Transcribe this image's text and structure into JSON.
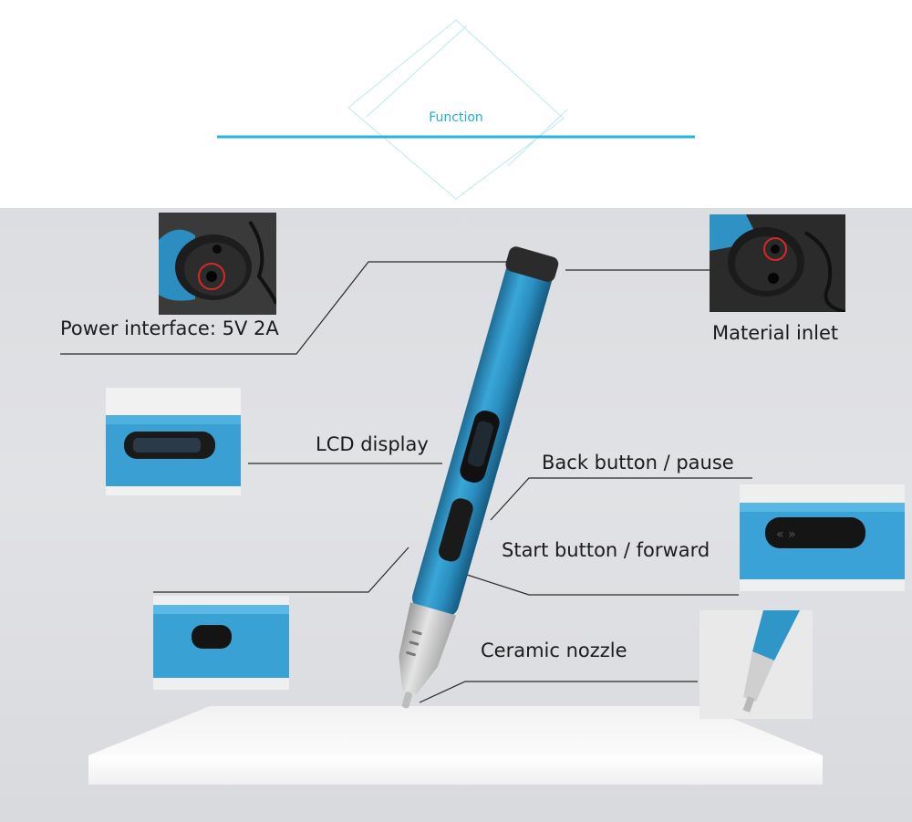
{
  "header": {
    "title": "Function"
  },
  "callouts": {
    "power_interface": "Power interface: 5V 2A",
    "material_inlet": "Material inlet",
    "lcd_display": "LCD display",
    "back_button": "Back button / pause",
    "start_button": "Start button / forward",
    "ceramic_nozzle": "Ceramic nozzle"
  },
  "colors": {
    "accent": "#1fb0d8",
    "pen_body": "#2e8fc0",
    "nozzle": "#c9c9c9",
    "stage_bg": "#dfe0e3"
  }
}
